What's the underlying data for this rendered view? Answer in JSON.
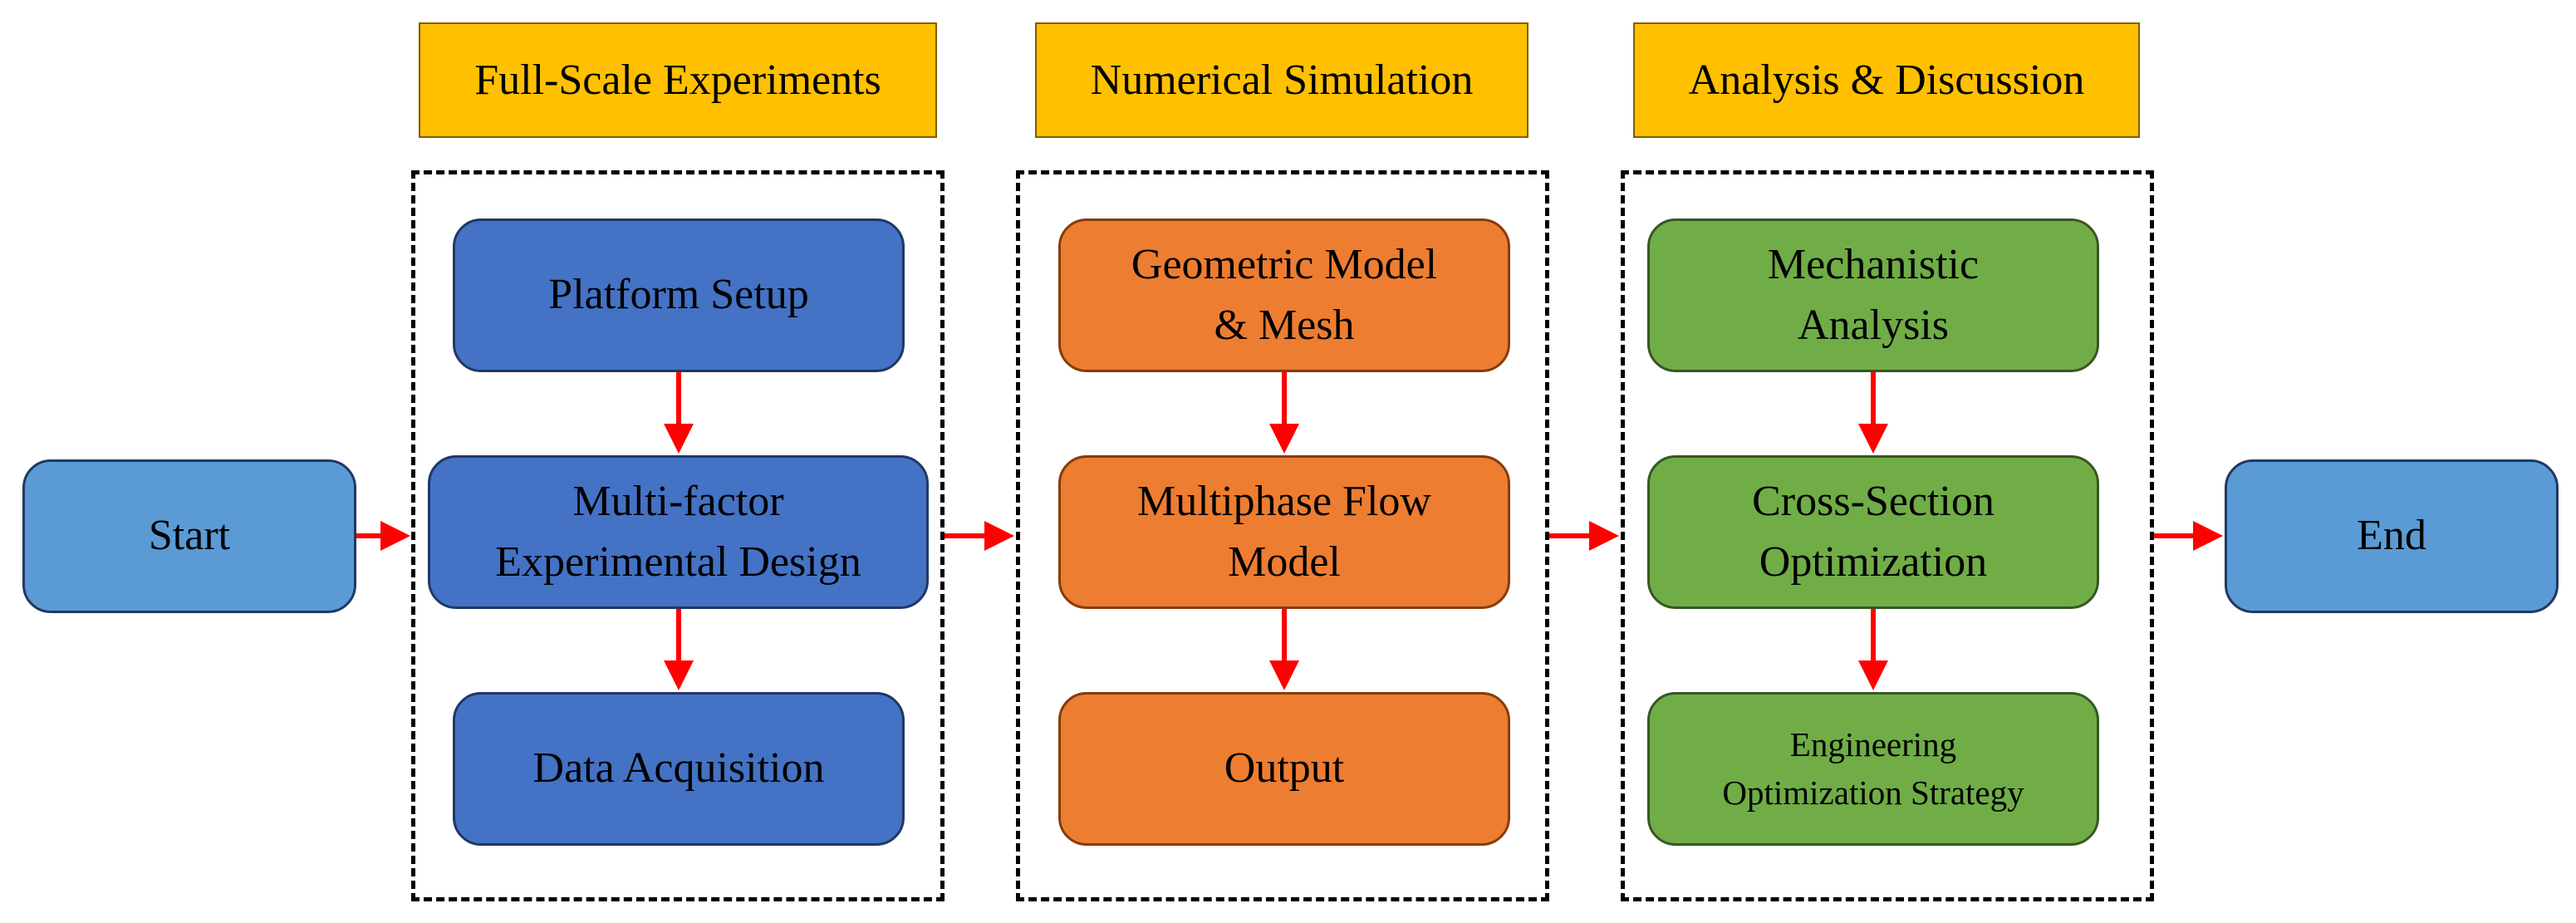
{
  "colors": {
    "header_fill": "#FFC000",
    "start_end_fill": "#5B9BD5",
    "experiments_fill": "#4472C4",
    "simulation_fill": "#ED7D31",
    "analysis_fill": "#70AD47",
    "arrow": "#FF0000"
  },
  "start": {
    "label": "Start"
  },
  "end": {
    "label": "End"
  },
  "stages": [
    {
      "title": "Full-Scale Experiments",
      "steps": [
        "Platform Setup",
        "Multi-factor\nExperimental Design",
        "Data Acquisition"
      ]
    },
    {
      "title": "Numerical Simulation",
      "steps": [
        "Geometric Model\n& Mesh",
        "Multiphase Flow\nModel",
        "Output"
      ]
    },
    {
      "title": "Analysis & Discussion",
      "steps": [
        "Mechanistic\nAnalysis",
        "Cross-Section\nOptimization",
        "Engineering\nOptimization Strategy"
      ]
    }
  ]
}
